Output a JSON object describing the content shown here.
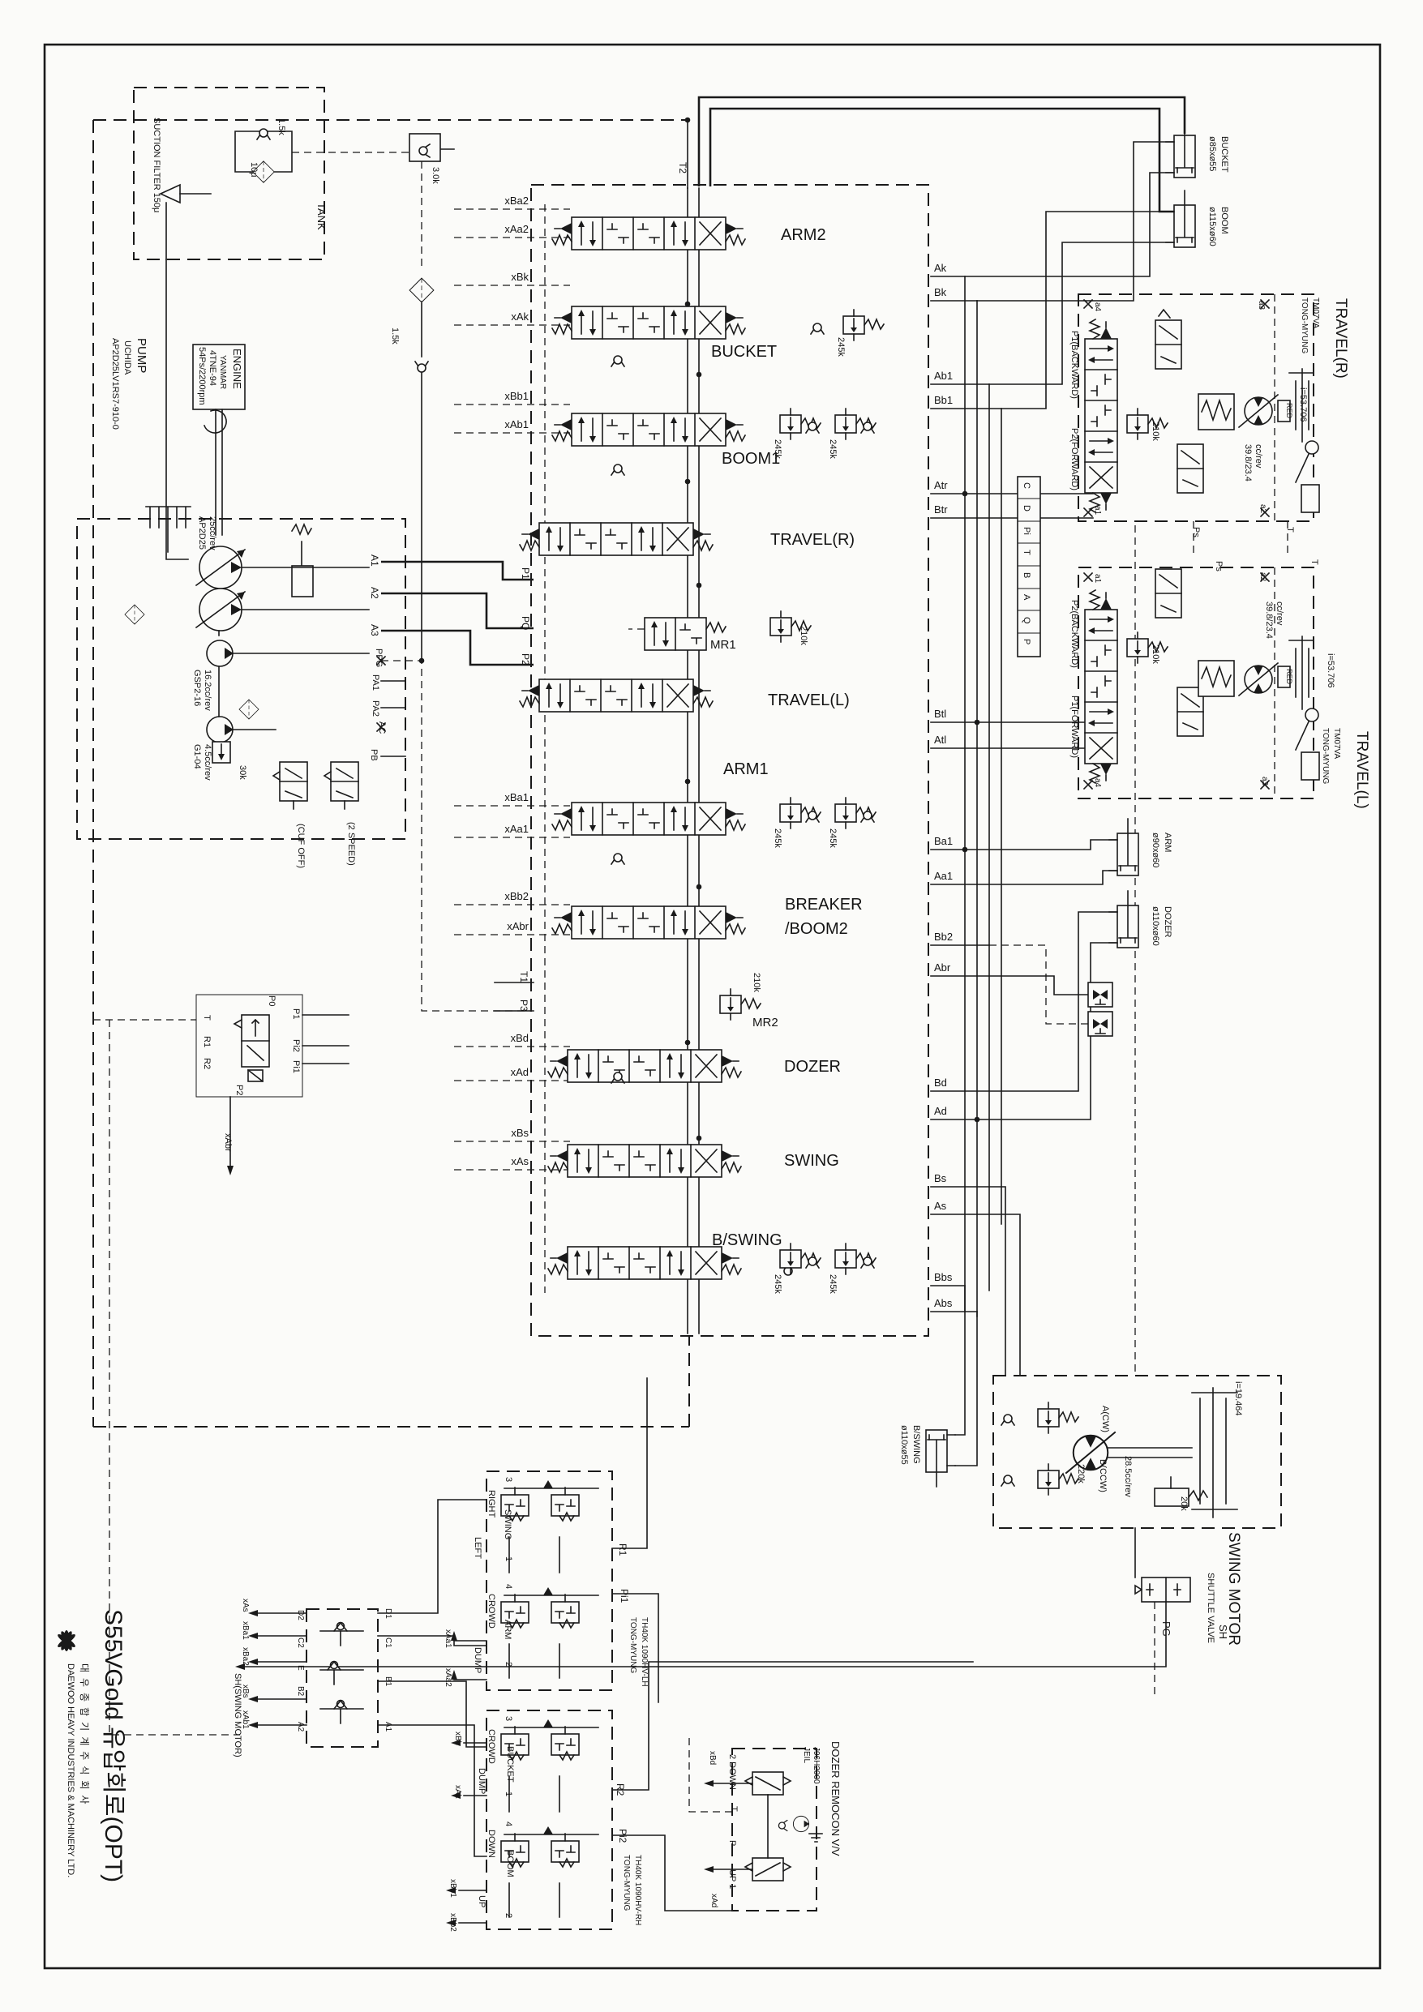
{
  "sheet": {
    "model_title": "S55VGold 유압회로(OPT)",
    "company_kr": "대우종합기계주식회사",
    "company_en": "DAEWOO HEAVY INDUSTRIES & MACHINERY LTD."
  },
  "tank": {
    "name": "TANK",
    "suction": "SUCTION FILTER 150μ",
    "bypass": "1.5k",
    "micron": "10μ",
    "check3": "3.0k",
    "check15": "1.5k"
  },
  "engine": {
    "title": "ENGINE",
    "maker": "YANMAR",
    "model": "4TNE-94",
    "rating": "54Ps/2200rpm"
  },
  "pump": {
    "title": "PUMP",
    "maker": "UCHIDA",
    "model": "AP2D25LV1RS7-910-0",
    "p1": "AP2D25",
    "p1d": "25cc/rev",
    "p2": "GSP2-16",
    "p2d": "16.2cc/rev",
    "p3": "G1-04",
    "p3d": "4.5cc/rev",
    "relief": "30k",
    "a1": "A1",
    "a2": "A2",
    "a3": "A3",
    "ppg": "PPG",
    "pa1": "PA1",
    "pa2": "PA2",
    "ac": "AC",
    "pb": "PB",
    "cutoff": "(CUF OFF)",
    "speed": "(2 SPEED)"
  },
  "mcv": {
    "t2": "T2",
    "sections": [
      "ARM2",
      "BUCKET",
      "BOOM1",
      "TRAVEL(R)",
      "MR1",
      "TRAVEL(L)",
      "ARM1",
      "BREAKER",
      "/BOOM2",
      "MR2",
      "DOZER",
      "SWING",
      "B/SWING"
    ],
    "pilot_left": [
      "xBa2",
      "xAa2",
      "xBk",
      "xAk",
      "xBb1",
      "xAb1",
      "xBa1",
      "xAa1",
      "xBb2",
      "xAbr",
      "xBd",
      "xAd",
      "xBs",
      "xAs"
    ],
    "supply_left": [
      "P1",
      "PQ",
      "P2",
      "T1",
      "P3"
    ],
    "right_ports": [
      "Ak",
      "Bk",
      "Ab1",
      "Bb1",
      "Atr",
      "Btr",
      "Btl",
      "Atl",
      "Ba1",
      "Aa1",
      "Bb2",
      "Abr",
      "Bd",
      "Ad",
      "Bs",
      "As",
      "Bbs",
      "Abs"
    ],
    "r245": "245k",
    "r210": "210k"
  },
  "connector": {
    "pins": [
      "C",
      "D",
      "Pi",
      "T",
      "B",
      "A",
      "Q",
      "P"
    ]
  },
  "cyl": {
    "bucket_size": "ø85xø55",
    "bucket": "BUCKET",
    "boom_size": "ø115xø60",
    "boom": "BOOM",
    "arm_size": "ø90xø60",
    "arm": "ARM",
    "dozer_size": "ø110xø60",
    "dozer": "DOZER",
    "bswing_size": "ø110xø55",
    "bswing": "B/SWING"
  },
  "travel": {
    "maker": "TONG-MYUNG",
    "model": "TM07VA",
    "ratio": "i=53.706",
    "red": "RED",
    "disp": "39.8/23.4",
    "ccrev": "cc/rev",
    "relief": "210k",
    "ps": "Ps",
    "t": "T",
    "r": {
      "title": "TRAVEL(R)",
      "pb": "P1(BACKWARD)",
      "pf": "P2(FORWARD)",
      "a1": "a1",
      "a2": "a2",
      "a3": "a3",
      "a4": "a4"
    },
    "l": {
      "title": "TRAVEL(L)",
      "pb": "P2(BACKWARD)",
      "pf": "P1(FORWARD)"
    }
  },
  "swing": {
    "title": "SWING MOTOR",
    "a": "A(CW)",
    "b": "B(CCW)",
    "relief": "220k",
    "disp": "28.5cc/rev",
    "brake": "20k",
    "ratio": "i=19.464",
    "shuttle": "SHUTTLE VALVE",
    "sh": "SH",
    "pg": "PG"
  },
  "lh": {
    "maker": "TONG-MYUNG",
    "model": "TH40K 1090HV-LH",
    "r": "R1",
    "pi": "Pi1",
    "n3": "3",
    "n1": "1",
    "n4": "4",
    "n2": "2",
    "s1l": "RIGHT",
    "s1": "SWING",
    "s1r": "LEFT",
    "s2l": "CROWD",
    "s2": "ARM",
    "s2r": "DUMP",
    "sig1": "xAa1",
    "sig2": "xAa2"
  },
  "rh": {
    "maker": "TONG-MYUNG",
    "model": "TH40K 1090HV-RH",
    "r": "R2",
    "pi": "Pi2",
    "n3": "3",
    "n1": "1",
    "n4": "4",
    "n2": "2",
    "s1l": "CROWD",
    "s1": "BUCKET",
    "s1r": "DUMP",
    "s2l": "DOWN",
    "s2": "BOOM",
    "s2r": "UP",
    "sig1": "xBk",
    "sig2": "xAk",
    "sig3": "xBb1",
    "sig4": "xBb2"
  },
  "dozer_rc": {
    "title": "DOZER REMOCON V/V",
    "maker": "JEIL",
    "model": "J96H2000",
    "sigb": "xBd",
    "down": "2 DOWN",
    "t": "T",
    "p": "P",
    "up": "UP 1",
    "siga": "xAd"
  },
  "shuttle": {
    "l": [
      "D2",
      "C2",
      "E",
      "B2",
      "A2"
    ],
    "r": [
      "D1",
      "C1",
      "B1",
      "A1"
    ],
    "sig": [
      "xAs",
      "xBa1",
      "xBa2",
      "xBs",
      "xAb1"
    ]
  },
  "pv": {
    "p0": "P0",
    "p1": "P1",
    "pi2": "Pi2",
    "pi1": "Pi1",
    "t": "T",
    "r1": "R1",
    "r2": "R2",
    "p2": "P2",
    "sig": "xAbr"
  },
  "misc": {
    "sh_swing": "SH(SWING MOTOR)"
  }
}
